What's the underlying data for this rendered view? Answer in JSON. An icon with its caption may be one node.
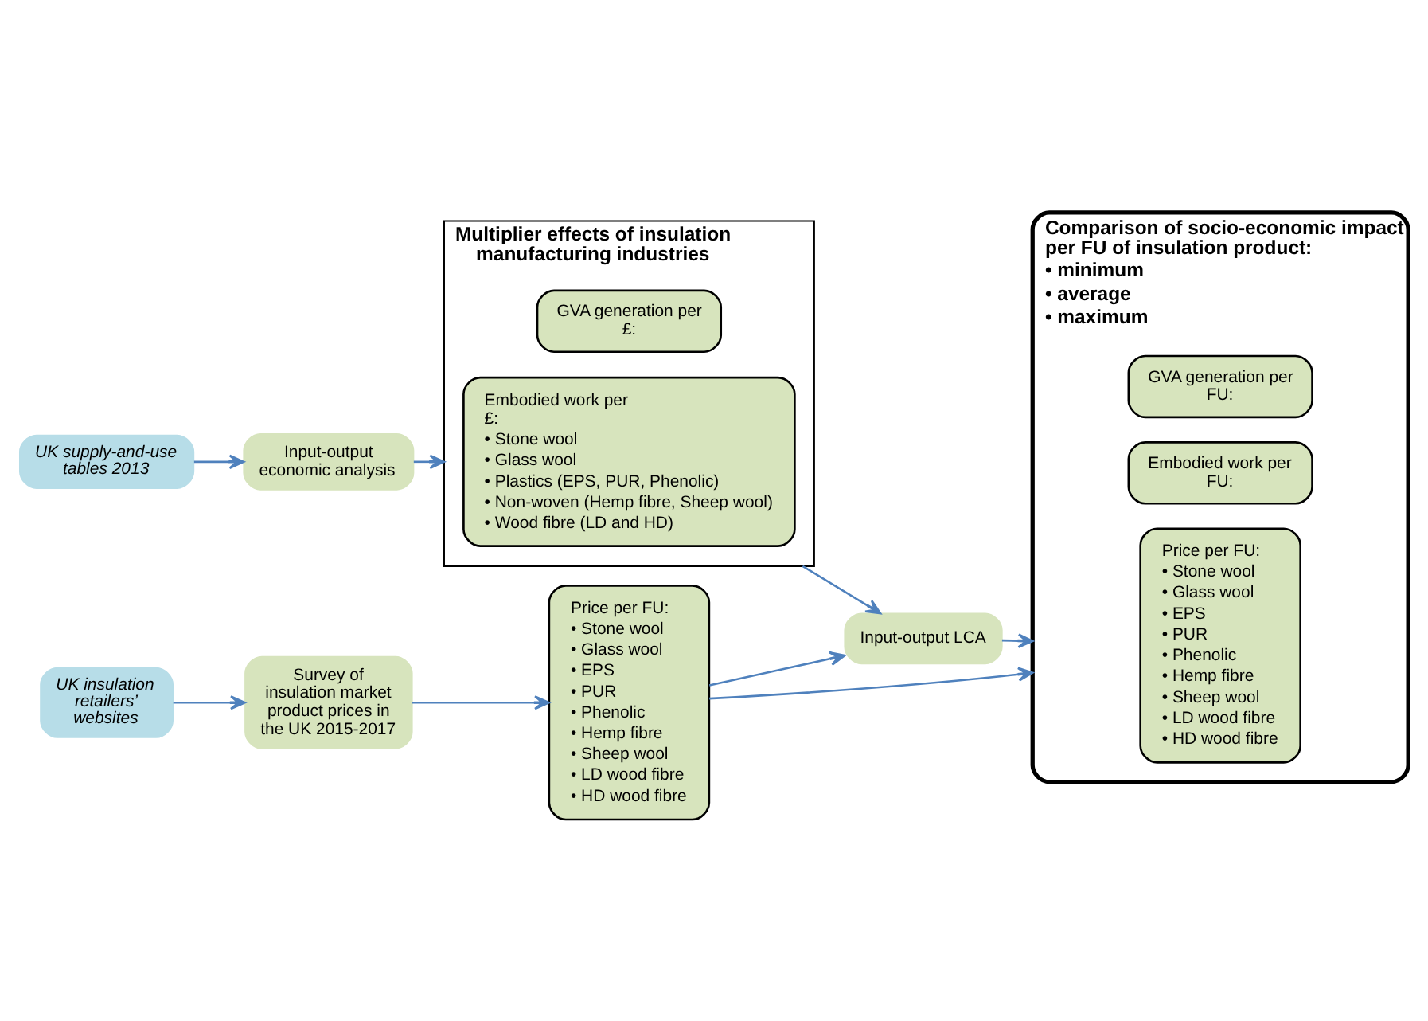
{
  "diagram": {
    "nodes": [
      {
        "text": [
          "UK supply-and-use tables 2013"
        ]
      },
      {
        "text": [
          "Input-output economic analysis"
        ]
      },
      {
        "text": [
          "Multiplier effects of insulation manufacturing industries"
        ]
      },
      {
        "text": [
          "GVA generation per £:"
        ],
        "in": 2
      },
      {
        "text": [
          "Embodied work per £:",
          "• Stone wool",
          "• Glass wool",
          "• Plastics (EPS, PUR, Phenolic)",
          "• Non-woven (Hemp fibre, Sheep wool)",
          "• Wood fibre (LD and HD)"
        ],
        "in": 2
      },
      {
        "text": [
          "UK insulation retailers’ websites"
        ]
      },
      {
        "text": [
          "Survey of insulation market product prices in the UK 2015-2017"
        ]
      },
      {
        "text": [
          "Input-output LCA"
        ]
      },
      {
        "text": [
          "Price per FU:",
          "• Stone wool",
          "• Glass wool",
          "• EPS",
          "• PUR",
          "• Phenolic",
          "• Hemp fibre",
          "• Sheep wool",
          "• LD wood fibre",
          "• HD wood fibre"
        ]
      },
      {
        "text": [
          "Comparison of socio-economic impact per FU of insulation product:",
          "• minimum",
          "• average",
          "• maximum"
        ]
      },
      {
        "text": [
          "GVA generation per FU:"
        ],
        "in": 9
      },
      {
        "text": [
          "Embodied work per FU:"
        ],
        "in": 9
      },
      {
        "text": [
          "Price per FU:",
          "• Stone wool",
          "• Glass wool",
          "• EPS",
          "• PUR",
          "• Phenolic",
          "• Hemp fibre",
          "• Sheep wool",
          "• LD wood fibre",
          "• HD wood fibre"
        ],
        "in": 9
      }
    ],
    "edges": [
      {
        "from": 0,
        "to": 1,
        "arrow": "to"
      },
      {
        "from": 1,
        "to": 2,
        "arrow": "to"
      },
      {
        "from": 2,
        "to": 7,
        "arrow": "to"
      },
      {
        "from": 5,
        "to": 6,
        "arrow": "to"
      },
      {
        "from": 6,
        "to": 8,
        "arrow": "to"
      },
      {
        "from": 8,
        "to": 7,
        "arrow": "to"
      },
      {
        "from": 7,
        "to": 9,
        "arrow": "to"
      },
      {
        "from": 8,
        "to": 9,
        "arrow": "to"
      }
    ]
  }
}
